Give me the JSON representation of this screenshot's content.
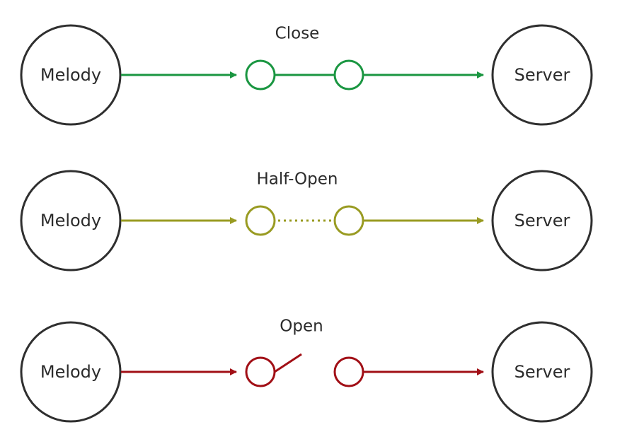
{
  "diagram": {
    "states": [
      {
        "title": "Close",
        "client": "Melody",
        "server": "Server",
        "color": "#1a9641",
        "link": "solid"
      },
      {
        "title": "Half-Open",
        "client": "Melody",
        "server": "Server",
        "color": "#999b22",
        "link": "dotted"
      },
      {
        "title": "Open",
        "client": "Melody",
        "server": "Server",
        "color": "#a10f16",
        "link": "broken"
      }
    ]
  }
}
